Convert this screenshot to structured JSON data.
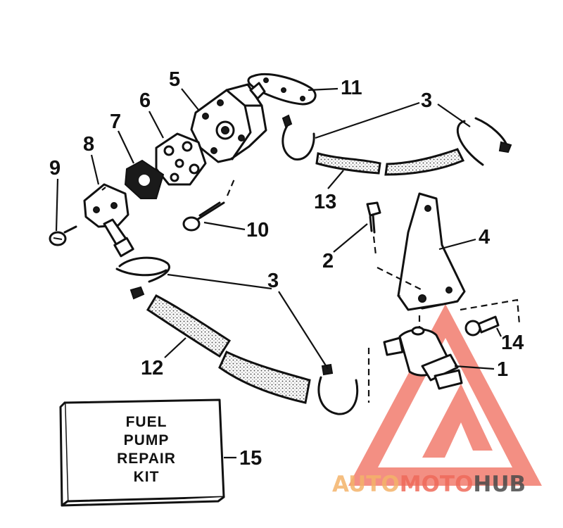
{
  "callouts": {
    "p1": "1",
    "p2": "2",
    "p3a": "3",
    "p3b": "3",
    "p4": "4",
    "p5": "5",
    "p6": "6",
    "p7": "7",
    "p8": "8",
    "p9": "9",
    "p10": "10",
    "p11": "11",
    "p12": "12",
    "p13": "13",
    "p14": "14",
    "p15": "15"
  },
  "kit": {
    "line1": "FUEL",
    "line2": "PUMP",
    "line3": "REPAIR",
    "line4": "KIT"
  },
  "watermark": {
    "part1": "AUTO",
    "part2": "MOTO",
    "part3": "HUB",
    "colors": {
      "auto": "#f4b36a",
      "moto": "#ef6a5a",
      "hub": "#4a4a4a",
      "triangle": "#ef6a5a"
    }
  }
}
